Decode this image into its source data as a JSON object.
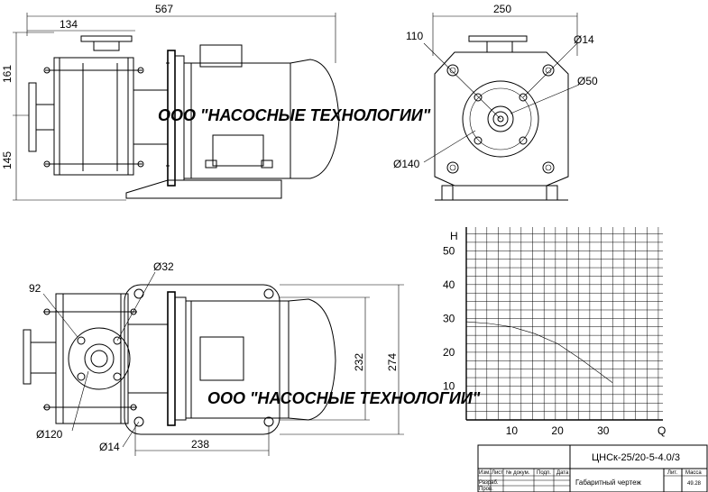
{
  "dimensions": {
    "overall_length": "567",
    "flange_height": "134",
    "upper_height": "161",
    "lower_height": "145",
    "end_width": "250",
    "bolt_center": "110",
    "hole_d14_end": "Ø14",
    "shaft_d50": "Ø50",
    "circle_d140": "Ø140",
    "hole_d32": "Ø32",
    "bolt_92": "92",
    "circle_d120": "Ø120",
    "hole_d14_plan": "Ø14",
    "base_length": "238",
    "base_inner": "232",
    "base_width": "274"
  },
  "watermark": "ООО \"НАСОСНЫЕ ТЕХНОЛОГИИ\"",
  "chart_data": {
    "type": "line",
    "xlabel": "Q",
    "ylabel": "H",
    "x_ticks": [
      10,
      20,
      30
    ],
    "y_ticks": [
      10,
      20,
      30,
      40,
      50
    ],
    "xlim": [
      0,
      43
    ],
    "ylim": [
      0,
      57
    ],
    "grid": true,
    "series": [
      {
        "x": [
          0,
          5,
          10,
          15,
          20,
          25,
          30,
          32
        ],
        "y": [
          29,
          28.5,
          27.5,
          25.5,
          22.5,
          18,
          13,
          11
        ]
      }
    ]
  },
  "title_block": {
    "designation": "ЦНСк-25/20-5-4.0/3",
    "doc_name": "Габаритный чертеж",
    "rows": [
      "Изм.",
      "Лист",
      "№ докум.",
      "Подп.",
      "Дата"
    ],
    "roles": [
      "Разраб.",
      "Пров."
    ],
    "lit_label": "Лит.",
    "mass_label": "Масса",
    "mass_value": "49.28"
  }
}
